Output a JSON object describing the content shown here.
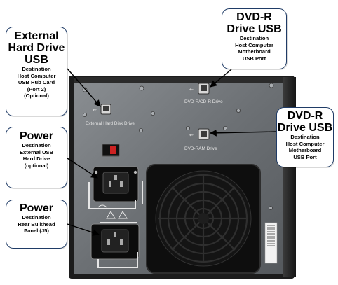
{
  "callouts": {
    "external_usb": {
      "title_lines": [
        "External",
        "Hard Drive",
        "USB"
      ],
      "sub_lines": [
        "Destination",
        "Host Computer",
        "USB Hub Card",
        "(Port 2)",
        "(Optional)"
      ]
    },
    "dvd_top": {
      "title_lines": [
        "DVD-R",
        "Drive USB"
      ],
      "sub_lines": [
        "Destination",
        "Host Computer",
        "Motherboard",
        "USB Port"
      ]
    },
    "dvd_right": {
      "title_lines": [
        "DVD-R",
        "Drive USB"
      ],
      "sub_lines": [
        "Destination",
        "Host Computer",
        "Motherboard",
        "USB Port"
      ]
    },
    "power_top": {
      "title_lines": [
        "Power"
      ],
      "sub_lines": [
        "Destination",
        "External USB",
        "Hard Drive",
        "(optional)"
      ]
    },
    "power_bottom": {
      "title_lines": [
        "Power"
      ],
      "sub_lines": [
        "Destination",
        "Rear Bulkhead",
        "Panel  (J5)"
      ]
    }
  },
  "port_labels": {
    "external_hdd": "External Hard Disk Drive",
    "dvd_rcdr": "DVD-R/CD-R Drive",
    "dvd_ram": "DVD-RAM Drive"
  },
  "colors": {
    "callout_border": "#1f3b66",
    "chassis_dark": "#2a2a2a",
    "panel_grey": "#6f7377",
    "leader_line": "#000000"
  }
}
